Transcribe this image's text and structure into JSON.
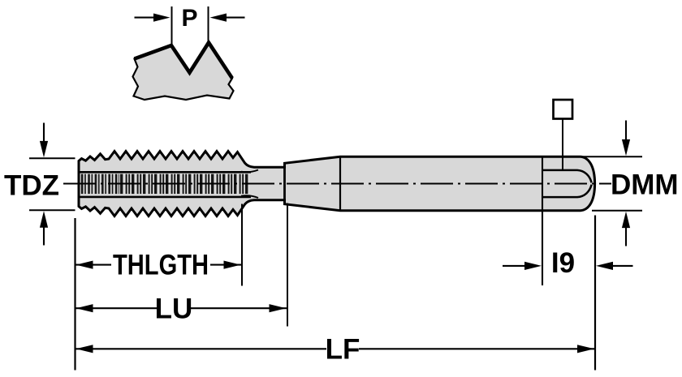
{
  "diagram": {
    "type": "technical-drawing",
    "subject": "machine-tap-dimension-drawing",
    "labels": {
      "pitch": "P",
      "thread_diameter": "TDZ",
      "shank_diameter": "DMM",
      "thread_length": "THLGTH",
      "usable_length": "LU",
      "overall_length": "LF",
      "square_length": "I9"
    },
    "symbols": [
      {
        "name": "square-section-symbol",
        "meaning": "square drive end"
      }
    ],
    "colors": {
      "body_fill": "#d8d8d8",
      "outline": "#000000",
      "background": "#ffffff"
    }
  }
}
